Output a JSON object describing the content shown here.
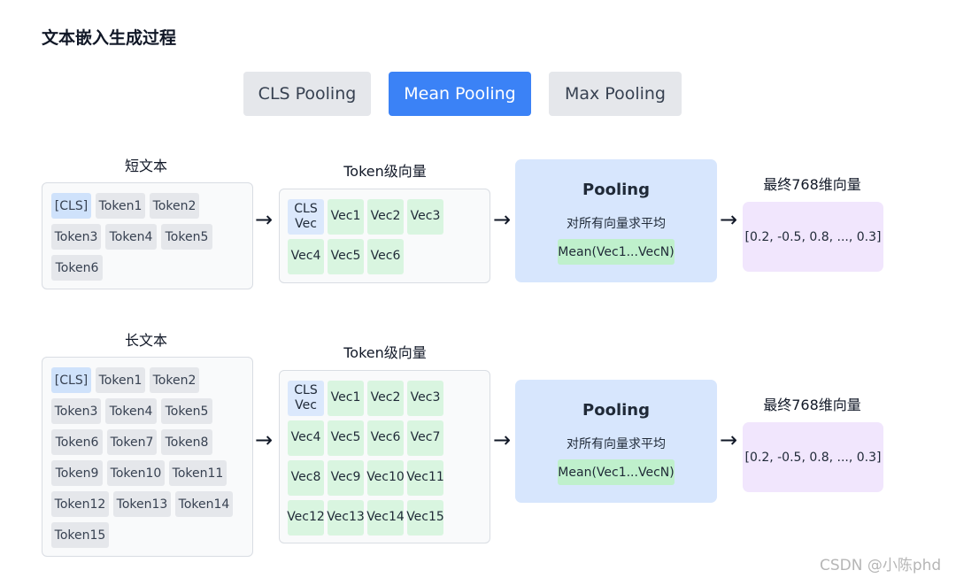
{
  "title": "文本嵌入生成过程",
  "tabs": [
    {
      "label": "CLS Pooling",
      "active": false
    },
    {
      "label": "Mean Pooling",
      "active": true
    },
    {
      "label": "Max Pooling",
      "active": false
    }
  ],
  "short_row": {
    "input_label": "短文本",
    "tokens": [
      "[CLS]",
      "Token1",
      "Token2",
      "Token3",
      "Token4",
      "Token5",
      "Token6"
    ],
    "vector_label": "Token级向量",
    "vectors": [
      "CLS Vec",
      "Vec1",
      "Vec2",
      "Vec3",
      "Vec4",
      "Vec5",
      "Vec6"
    ],
    "pooling": {
      "title": "Pooling",
      "subtitle": "对所有向量求平均",
      "formula": "Mean(Vec1...VecN)"
    },
    "output_label": "最终768维向量",
    "output_value": "[0.2, -0.5, 0.8, ..., 0.3]"
  },
  "long_row": {
    "input_label": "长文本",
    "tokens": [
      "[CLS]",
      "Token1",
      "Token2",
      "Token3",
      "Token4",
      "Token5",
      "Token6",
      "Token7",
      "Token8",
      "Token9",
      "Token10",
      "Token11",
      "Token12",
      "Token13",
      "Token14",
      "Token15"
    ],
    "vector_label": "Token级向量",
    "vectors": [
      "CLS Vec",
      "Vec1",
      "Vec2",
      "Vec3",
      "Vec4",
      "Vec5",
      "Vec6",
      "Vec7",
      "Vec8",
      "Vec9",
      "Vec10",
      "Vec11",
      "Vec12",
      "Vec13",
      "Vec14",
      "Vec15"
    ],
    "pooling": {
      "title": "Pooling",
      "subtitle": "对所有向量求平均",
      "formula": "Mean(Vec1...VecN)"
    },
    "output_label": "最终768维向量",
    "output_value": "[0.2, -0.5, 0.8, ..., 0.3]"
  },
  "arrow_glyph": "→",
  "watermark": "CSDN @小陈phd",
  "colors": {
    "active_tab": "#3b82f6",
    "tab": "#e5e7eb",
    "cls_token": "#cfe2fb",
    "vector": "#d9f5e0",
    "pooling_box": "#d7e6fd",
    "formula": "#bff0cc",
    "output_box": "#f1e6fd"
  }
}
